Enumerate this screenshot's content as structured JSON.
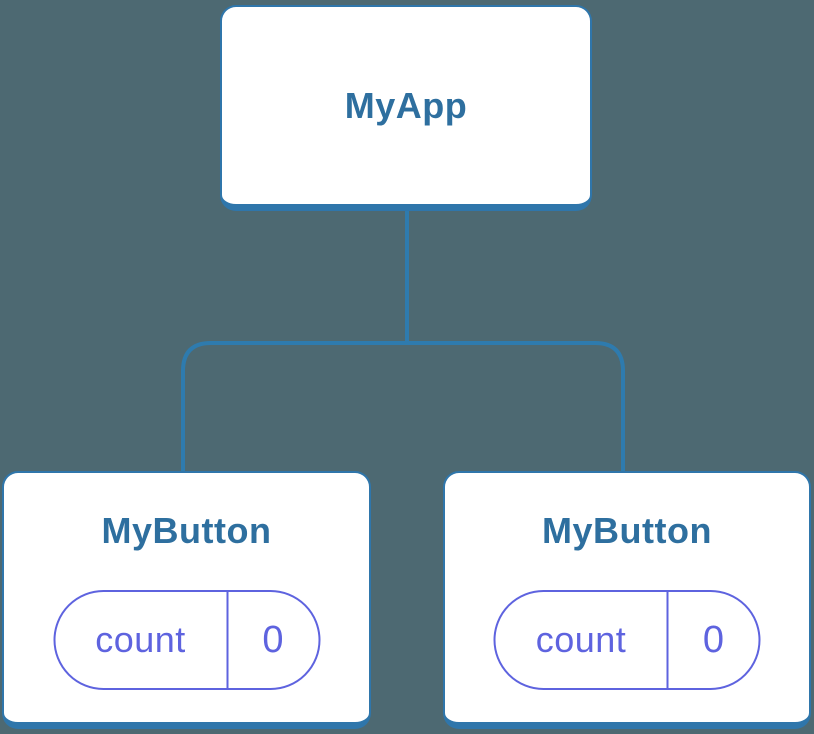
{
  "colors": {
    "canvas_bg": "#4D6972",
    "node_bg": "#FFFFFF",
    "node_border": "#2F76AB",
    "node_title": "#2E6F9F",
    "connector": "#2E7BAE",
    "state_accent": "#5E63DF"
  },
  "tree": {
    "root": {
      "title": "MyApp"
    },
    "children": [
      {
        "title": "MyButton",
        "state": {
          "label": "count",
          "value": "0"
        }
      },
      {
        "title": "MyButton",
        "state": {
          "label": "count",
          "value": "0"
        }
      }
    ]
  }
}
